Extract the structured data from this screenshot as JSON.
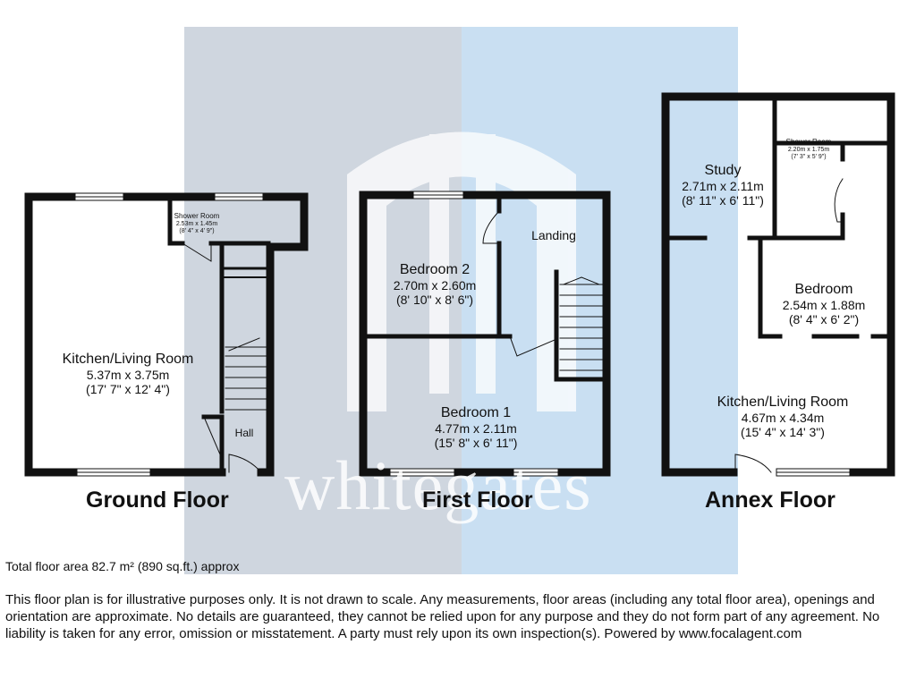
{
  "watermark": "whitegates",
  "floors": {
    "ground": {
      "title": "Ground Floor",
      "rooms": {
        "kitchen": {
          "name": "Kitchen/Living Room",
          "metric": "5.37m x 3.75m",
          "imperial": "(17' 7\" x 12' 4\")"
        },
        "shower": {
          "name": "Shower Room",
          "metric": "2.53m x 1.45m",
          "imperial": "(8' 4\" x 4' 9\")"
        },
        "hall": {
          "name": "Hall"
        }
      }
    },
    "first": {
      "title": "First Floor",
      "rooms": {
        "bed2": {
          "name": "Bedroom 2",
          "metric": "2.70m x 2.60m",
          "imperial": "(8' 10\" x 8' 6\")"
        },
        "landing": {
          "name": "Landing"
        },
        "bed1": {
          "name": "Bedroom 1",
          "metric": "4.77m x 2.11m",
          "imperial": "(15' 8\" x 6' 11\")"
        }
      }
    },
    "annex": {
      "title": "Annex Floor",
      "rooms": {
        "study": {
          "name": "Study",
          "metric": "2.71m x 2.11m",
          "imperial": "(8' 11\" x 6' 11\")"
        },
        "shower": {
          "name": "Shower Room",
          "metric": "2.20m x 1.75m",
          "imperial": "(7' 3\" x 5' 9\")"
        },
        "bedroom": {
          "name": "Bedroom",
          "metric": "2.54m x 1.88m",
          "imperial": "(8' 4\" x 6' 2\")"
        },
        "kitchen": {
          "name": "Kitchen/Living Room",
          "metric": "4.67m x 4.34m",
          "imperial": "(15' 4\" x 14' 3\")"
        }
      }
    }
  },
  "total_area": "Total floor area 82.7 m² (890 sq.ft.) approx",
  "disclaimer": "This floor plan is for illustrative purposes only. It is not drawn to scale. Any measurements, floor areas (including any total floor area), openings and orientation are approximate. No details are guaranteed, they cannot be relied upon for any purpose and they do not form part of any agreement. No liability is taken for any error, omission or misstatement. A party must rely upon its own inspection(s). Powered by www.focalagent.com",
  "colors": {
    "wall": "#111111",
    "bg_left": "#cfd6df",
    "bg_right": "#c9dff2"
  }
}
